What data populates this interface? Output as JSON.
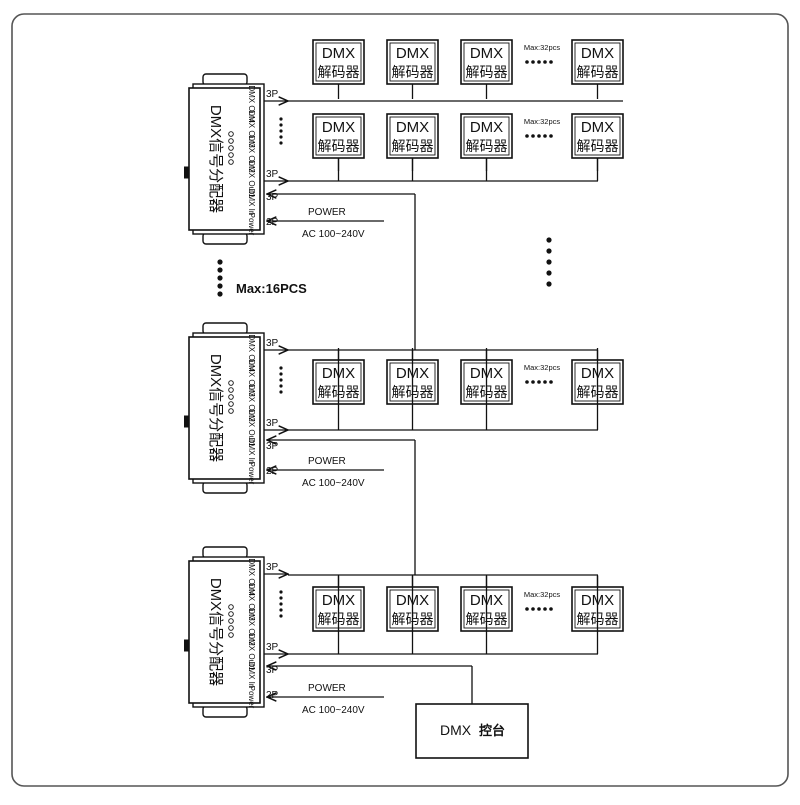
{
  "splitter": {
    "title": "DMX信号分配器",
    "out_labels": [
      "DMX Out4",
      "DMX Out3",
      "DMX Out2",
      "DMX Out1"
    ],
    "in_label": "DMX In",
    "power_label": "Power",
    "port_3p": "3P",
    "port_2p": "2P"
  },
  "power": {
    "label": "POWER",
    "voltage": "AC 100~240V"
  },
  "decoder": {
    "line1": "DMX",
    "line2": "解码器"
  },
  "max_decoders": "Max:32pcs",
  "max_splitters": "Max:16PCS",
  "console": {
    "line1": "DMX",
    "line2": "控台"
  }
}
